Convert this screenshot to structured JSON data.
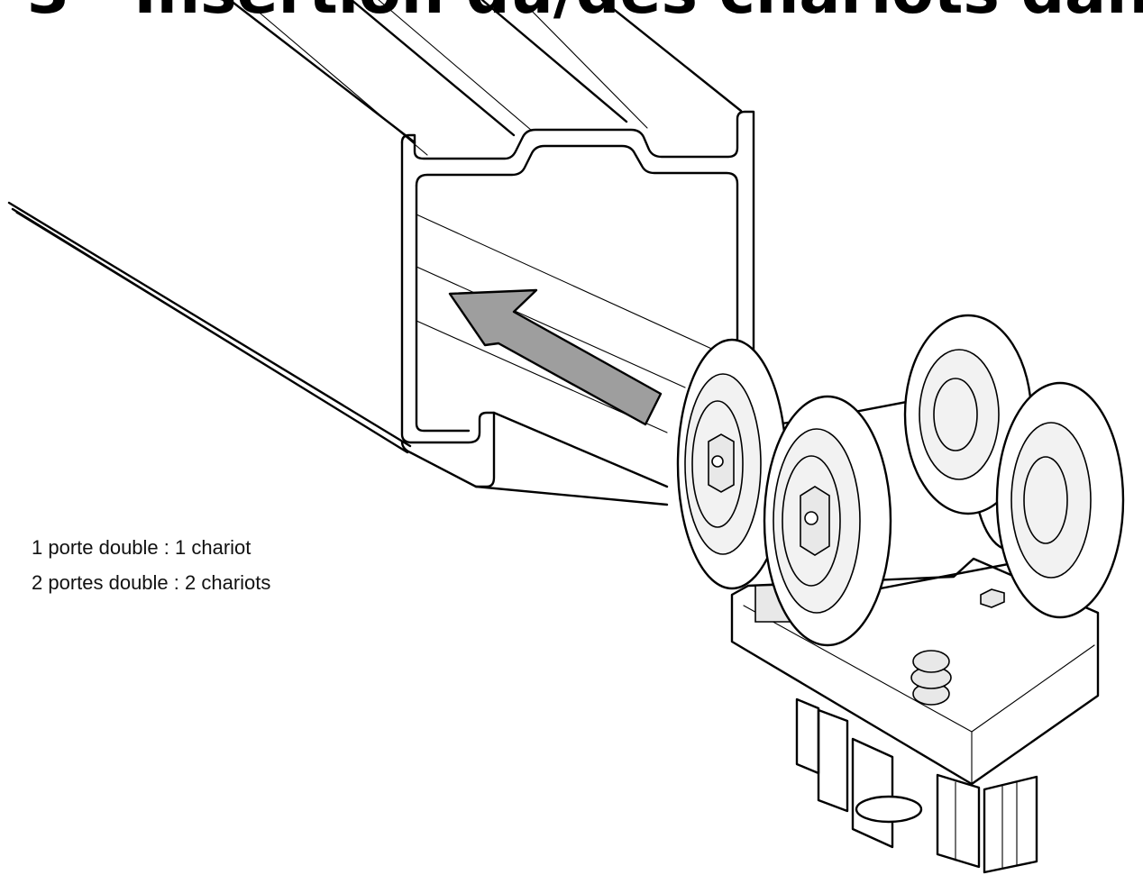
{
  "title": {
    "step_number": "3",
    "text": "Insertion du/des chariots dans le rail"
  },
  "captions": [
    "1 porte double : 1 chariot",
    "2 portes double : 2 chariots"
  ],
  "arrow": {
    "color": "#9e9e9e"
  }
}
